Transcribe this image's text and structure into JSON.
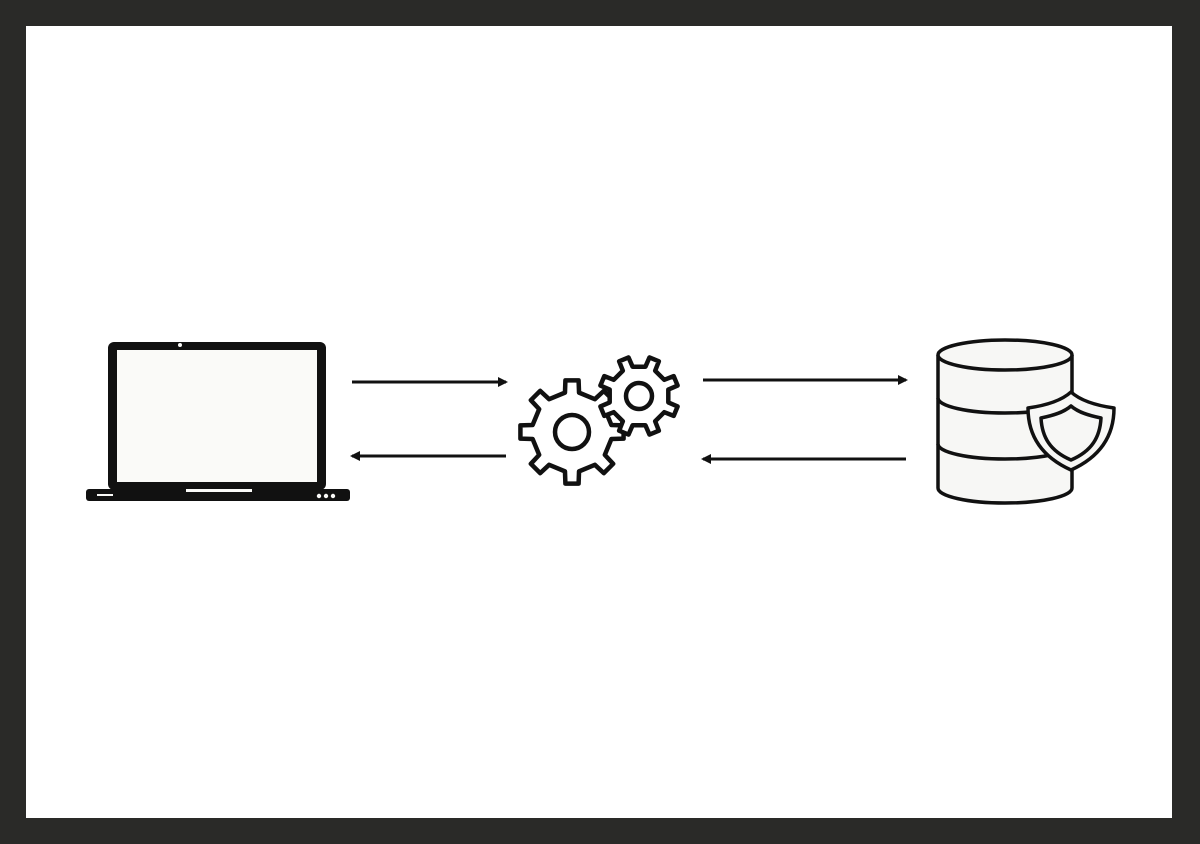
{
  "diagram": {
    "nodes": [
      {
        "id": "client",
        "icon": "laptop-icon"
      },
      {
        "id": "server",
        "icon": "gears-icon"
      },
      {
        "id": "database",
        "icon": "secure-database-icon"
      }
    ],
    "edges": [
      {
        "from": "client",
        "to": "server",
        "icon": "arrow-right-icon"
      },
      {
        "from": "server",
        "to": "client",
        "icon": "arrow-left-icon"
      },
      {
        "from": "server",
        "to": "database",
        "icon": "arrow-right-icon"
      },
      {
        "from": "database",
        "to": "server",
        "icon": "arrow-left-icon"
      }
    ]
  },
  "colors": {
    "frame": "#2a2a28",
    "background": "#ffffff",
    "ink": "#111111",
    "screen": "#fafaf8",
    "database_fill": "#f7f7f5"
  }
}
